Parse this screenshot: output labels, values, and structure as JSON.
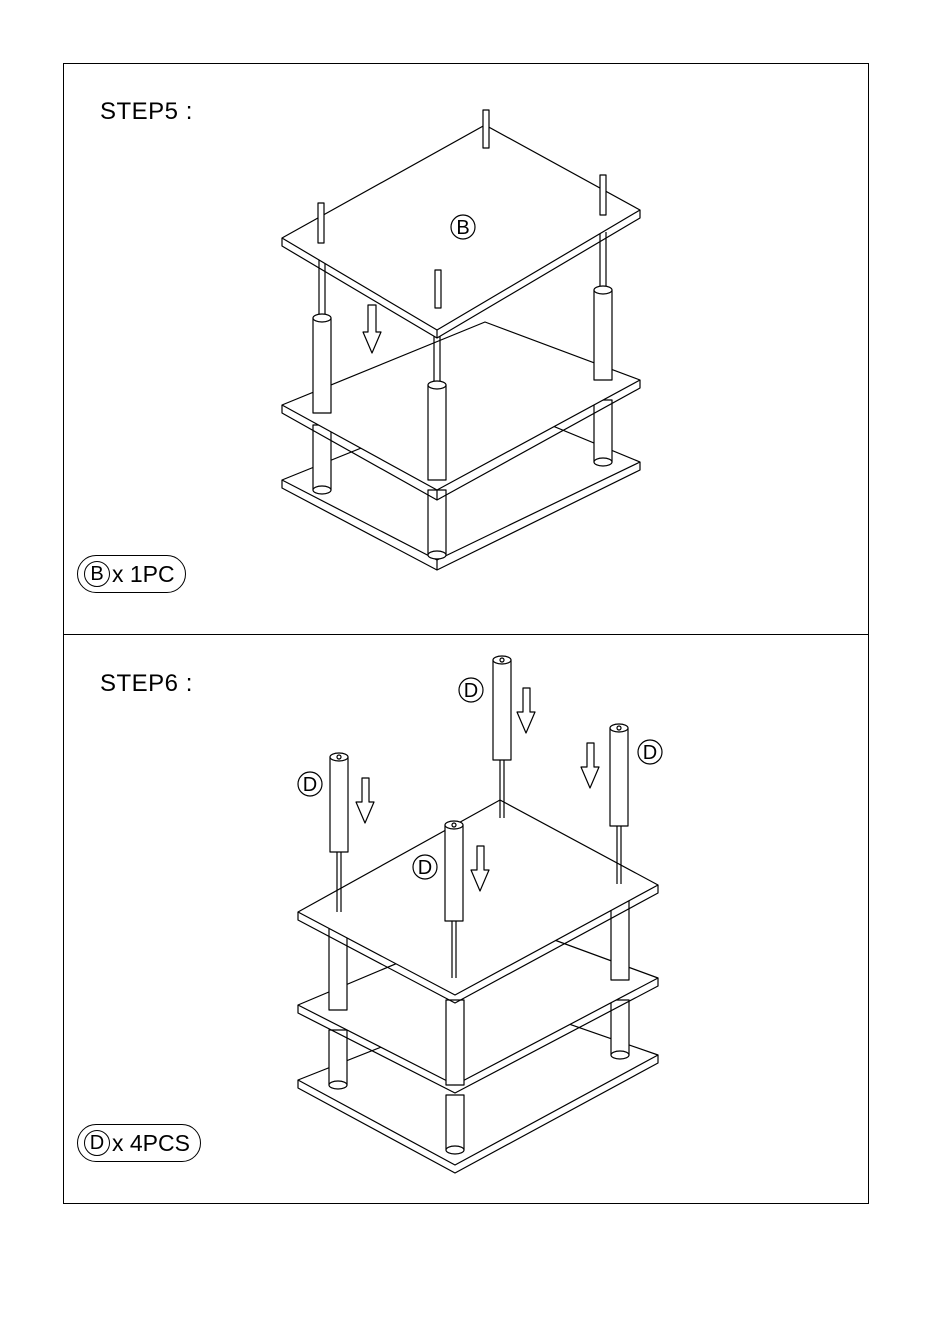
{
  "steps": [
    {
      "title": "STEP5 :",
      "part_letter": "B",
      "part_quantity": "x 1PC",
      "callouts": [
        "B"
      ]
    },
    {
      "title": "STEP6 :",
      "part_letter": "D",
      "part_quantity": "x 4PCS",
      "callouts": [
        "D",
        "D",
        "D",
        "D"
      ]
    }
  ]
}
